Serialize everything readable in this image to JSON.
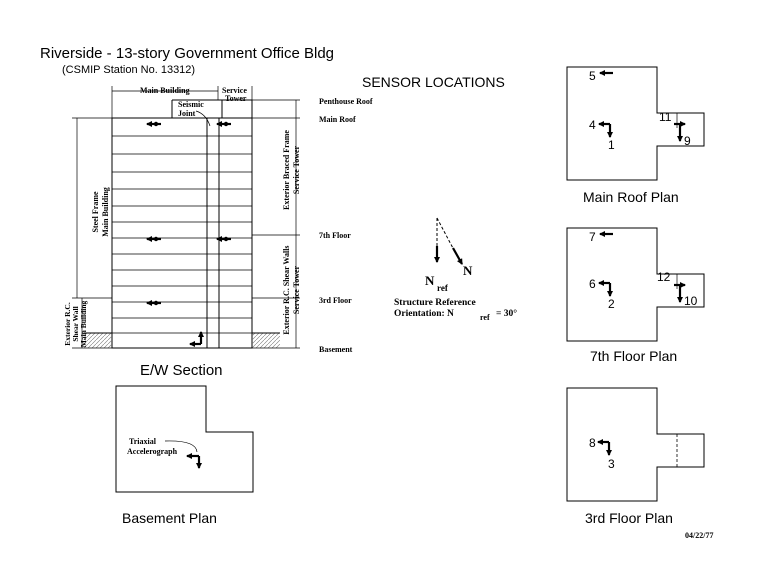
{
  "header": {
    "title": "Riverside - 13-story Government Office Bldg",
    "subtitle": "(CSMIP Station No. 13312)",
    "sensor_locations": "SENSOR LOCATIONS"
  },
  "section": {
    "main_building": "Main Building",
    "service_tower_1": "Service",
    "service_tower_2": "Tower",
    "seismic_joint_1": "Seismic",
    "seismic_joint_2": "Joint",
    "left_label_1_a": "Steel Frame",
    "left_label_1_b": "Main Building",
    "left_label_2_a": "Exterior R.C.",
    "left_label_2_b": "Shear Wall",
    "left_label_2_c": "Main Building",
    "right_label_1_a": "Exterior Braced Frame",
    "right_label_1_b": "Service Tower",
    "right_label_2_a": "Exterior R.C. Shear Walls",
    "right_label_2_b": "Service Tower",
    "level_penthouse": "Penthouse Roof",
    "level_main_roof": "Main Roof",
    "level_7th": "7th Floor",
    "level_3rd": "3rd Floor",
    "level_basement": "Basement",
    "caption": "E/W Section"
  },
  "orientation": {
    "n_ref": "N",
    "n_ref_sub": "ref",
    "n": "N",
    "line1": "Structure Reference",
    "line2_prefix": "Orientation: N",
    "line2_sub": "ref",
    "line2_suffix": "= 30°"
  },
  "basement_plan": {
    "label_1": "Triaxial",
    "label_2": "Accelerograph",
    "caption": "Basement Plan"
  },
  "main_roof_plan": {
    "sensors": [
      "5",
      "4",
      "1",
      "11",
      "9"
    ],
    "caption": "Main Roof Plan"
  },
  "seventh_floor_plan": {
    "sensors": [
      "7",
      "6",
      "2",
      "12",
      "10"
    ],
    "caption": "7th Floor Plan"
  },
  "third_floor_plan": {
    "sensors": [
      "8",
      "3"
    ],
    "caption": "3rd Floor Plan"
  },
  "footer": {
    "date": "04/22/77"
  }
}
